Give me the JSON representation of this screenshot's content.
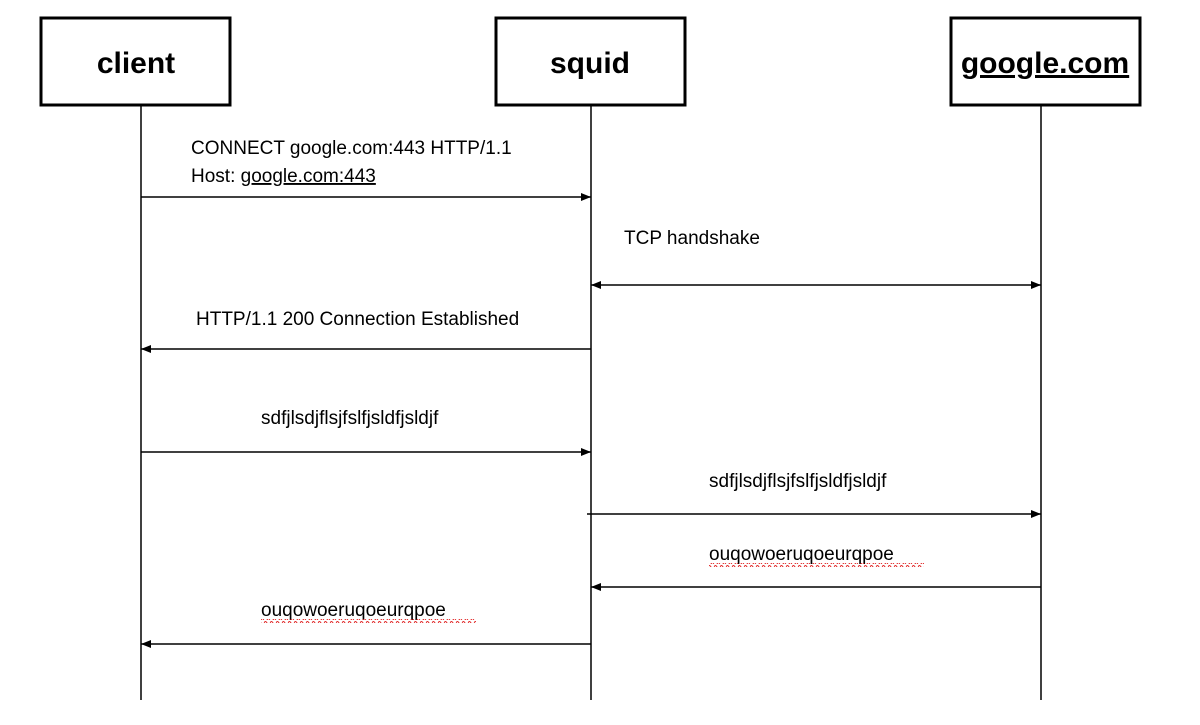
{
  "participants": [
    {
      "id": "client",
      "label": "client",
      "underlined": false
    },
    {
      "id": "squid",
      "label": "squid",
      "underlined": false
    },
    {
      "id": "google",
      "label": "google.com",
      "underlined": true
    }
  ],
  "messages": [
    {
      "from": "client",
      "to": "squid",
      "direction": "right",
      "lines": [
        {
          "text": "CONNECT google.com:443 HTTP/1.1",
          "parts": []
        },
        {
          "text": "Host: google.com:443",
          "parts": [
            {
              "text": "Host: ",
              "style": "plain"
            },
            {
              "text": "google.com:443",
              "style": "underline"
            }
          ]
        }
      ]
    },
    {
      "from": "squid",
      "to": "google",
      "direction": "both",
      "lines": [
        {
          "text": "TCP handshake",
          "parts": []
        }
      ]
    },
    {
      "from": "squid",
      "to": "client",
      "direction": "left",
      "lines": [
        {
          "text": "HTTP/1.1 200 Connection Established",
          "parts": []
        }
      ]
    },
    {
      "from": "client",
      "to": "squid",
      "direction": "right",
      "lines": [
        {
          "text": "sdfjlsdjflsjfslfjsldfjsldjf",
          "parts": []
        }
      ]
    },
    {
      "from": "squid",
      "to": "google",
      "direction": "right",
      "lines": [
        {
          "text": "sdfjlsdjflsjfslfjsldfjsldjf",
          "parts": []
        }
      ]
    },
    {
      "from": "google",
      "to": "squid",
      "direction": "left",
      "lines": [
        {
          "text": "ouqowoeruqoeurqpoe",
          "parts": [],
          "spellcheck": true
        }
      ]
    },
    {
      "from": "squid",
      "to": "client",
      "direction": "left",
      "lines": [
        {
          "text": "ouqowoeruqoeurqpoe",
          "parts": [],
          "spellcheck": true
        }
      ]
    }
  ],
  "colors": {
    "stroke": "#000000",
    "spellcheck": "#e02020",
    "background": "#ffffff"
  }
}
